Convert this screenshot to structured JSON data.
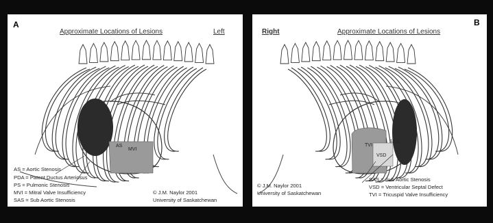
{
  "panel_a": {
    "letter": "A",
    "title": "Approximate Locations of Lesions",
    "side": "Left",
    "legend": [
      "AS = Aortic Stenosis",
      "PDA = Patent Ductus Arteriosus",
      "PS = Pulmonic Stenosis",
      "MVI = Mitral Valve Insufficiency",
      "SAS = Sub Aortic Stenosis"
    ],
    "labels": {
      "as": "AS",
      "mvi": "MVI"
    },
    "credit_line1": "© J.M. Naylor 2001",
    "credit_line2": "University of Saskatchewan"
  },
  "panel_b": {
    "letter": "B",
    "title": "Approximate Locations of Lesions",
    "side": "Right",
    "legend": [
      "SAS = Sub Aortic Stenosis",
      "VSD = Ventricular Septal Defect",
      "TVI = Tricuspid Valve Insufficiency"
    ],
    "labels": {
      "tvi": "TVI",
      "sas": "SAS",
      "vsd": "VSD"
    },
    "credit_line1": "© J.M. Naylor 2001",
    "credit_line2": "University of Saskatchewan"
  }
}
